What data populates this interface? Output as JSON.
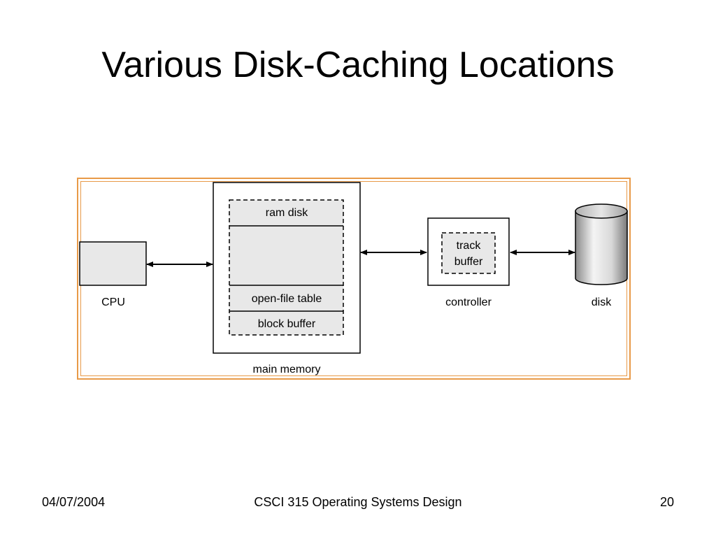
{
  "slide": {
    "title": "Various Disk-Caching Locations"
  },
  "diagram": {
    "nodes": {
      "cpu": "CPU",
      "main_memory": "main memory",
      "ram_disk": "ram disk",
      "open_file_table": "open-file table",
      "block_buffer": "block buffer",
      "controller": "controller",
      "track_buffer_line1": "track",
      "track_buffer_line2": "buffer",
      "disk": "disk"
    },
    "edges": [
      {
        "from": "CPU",
        "to": "main memory",
        "bidirectional": true
      },
      {
        "from": "main memory",
        "to": "controller",
        "bidirectional": true
      },
      {
        "from": "controller",
        "to": "disk",
        "bidirectional": true
      }
    ],
    "colors": {
      "frame": "#e89a48",
      "box_fill": "#e8e8e8",
      "stroke": "#000000"
    }
  },
  "footer": {
    "date": "04/07/2004",
    "course": "CSCI 315 Operating Systems Design",
    "page": "20"
  }
}
